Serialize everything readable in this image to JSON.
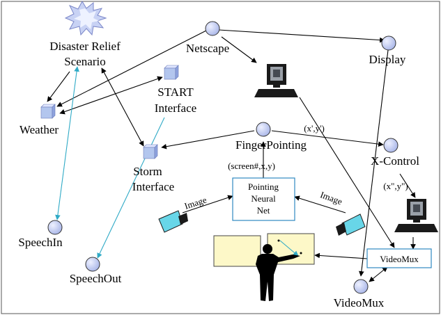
{
  "nodes": {
    "disaster_relief": "Disaster Relief",
    "scenario": "Scenario",
    "netscape": "Netscape",
    "display": "Display",
    "start": "START",
    "start_interface": "Interface",
    "weather": "Weather",
    "finger_pointing": "FingerPointing",
    "x_control": "X-Control",
    "storm": "Storm",
    "storm_interface": "Interface",
    "speech_in": "SpeechIn",
    "speech_out": "SpeechOut",
    "videomux_box": "VideoMux",
    "videomux_node": "VideoMux",
    "pointing_line1": "Pointing",
    "pointing_line2": "Neural",
    "pointing_line3": "Net"
  },
  "edge_labels": {
    "xprime_yprime": "(x',y')",
    "xdouble_ydouble": "(x\",y\")",
    "screen_xy": "(screen#,x,y)",
    "image_left": "Image",
    "image_right": "Image"
  },
  "colors": {
    "node_fill": "#c6cff2",
    "cube_fill": "#b3c6ee",
    "panel_fill": "#fdf8c8",
    "box_border": "#2f88c0",
    "speech_arrow": "#2faac6",
    "camera_fill": "#68d6e8"
  }
}
